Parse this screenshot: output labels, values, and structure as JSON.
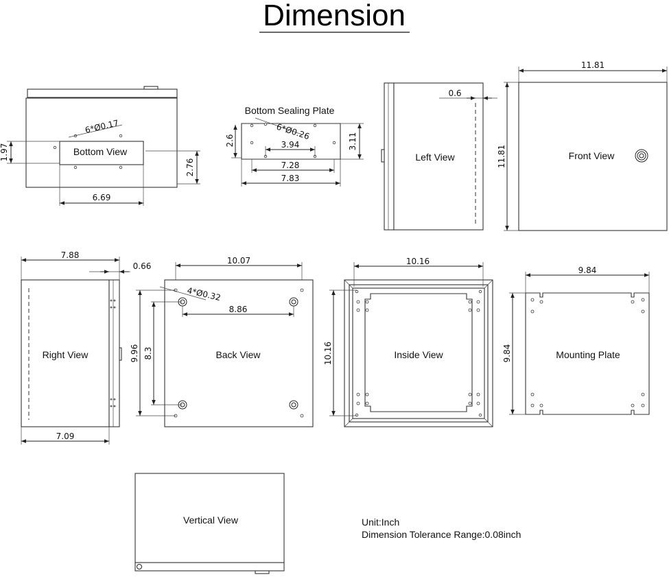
{
  "title": "Dimension",
  "views": {
    "bottom": "Bottom View",
    "sealing": "Bottom Sealing Plate",
    "left": "Left View",
    "front": "Front View",
    "right": "Right View",
    "back": "Back View",
    "inside": "Inside View",
    "mounting": "Mounting Plate",
    "vertical": "Vertical View"
  },
  "dimensions": {
    "bottom_holes": "6*Ø0.17",
    "bottom_197": "1.97",
    "bottom_276": "2.76",
    "bottom_669": "6.69",
    "seal_holes": "6*Ø0.26",
    "seal_26": "2.6",
    "seal_311": "3.11",
    "seal_394": "3.94",
    "seal_728": "7.28",
    "seal_783": "7.83",
    "left_06": "0.6",
    "front_1181_w": "11.81",
    "front_1181_h": "11.81",
    "right_788": "7.88",
    "right_066": "0.66",
    "right_709": "7.09",
    "back_1007": "10.07",
    "back_holes": "4*Ø0.32",
    "back_886": "8.86",
    "back_996": "9.96",
    "back_83": "8.3",
    "inside_1016_w": "10.16",
    "inside_1016_h": "10.16",
    "mount_984_w": "9.84",
    "mount_984_h": "9.84"
  },
  "notes": {
    "unit": "Unit:Inch",
    "tolerance": "Dimension Tolerance Range:0.08inch"
  },
  "colors": {
    "line": "#222222",
    "background": "#ffffff"
  }
}
